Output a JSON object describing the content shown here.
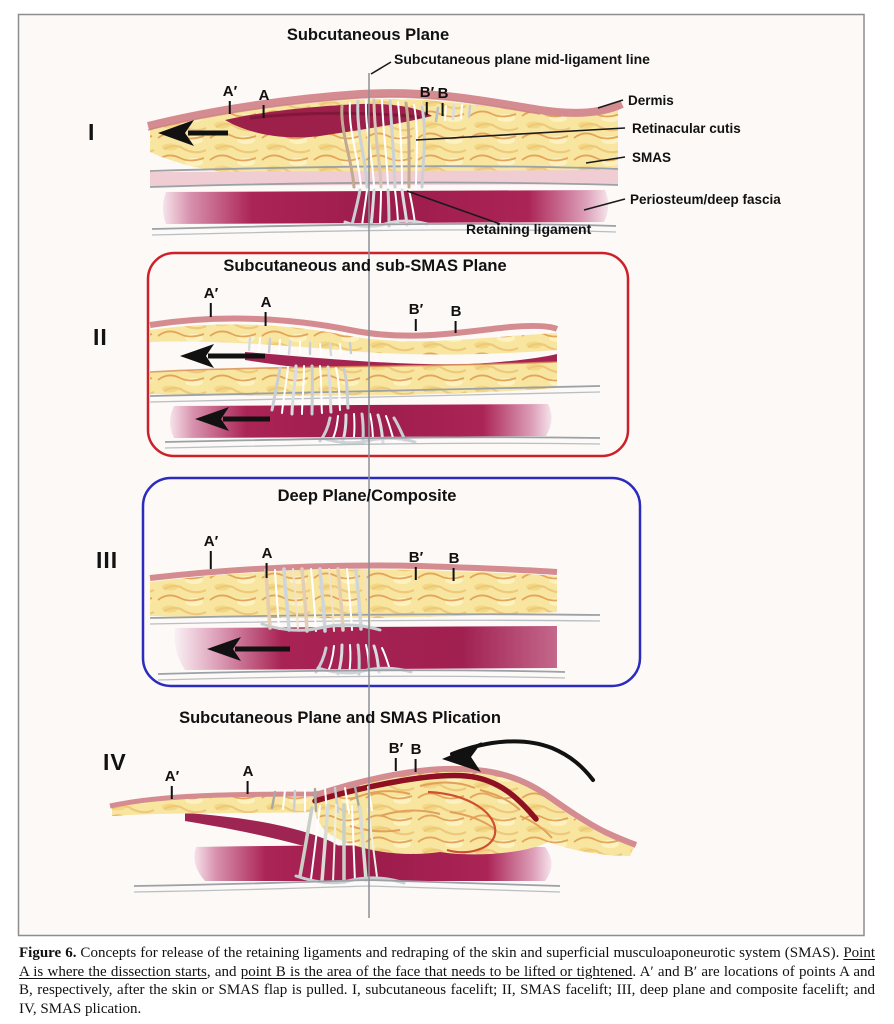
{
  "panels": [
    {
      "numeral": "I",
      "title": "Subcutaneous Plane",
      "labels": {
        "a_prime": "A′",
        "a": "A",
        "b_prime": "B′",
        "b": "B"
      }
    },
    {
      "numeral": "II",
      "title": "Subcutaneous and sub-SMAS Plane",
      "labels": {
        "a_prime": "A′",
        "a": "A",
        "b_prime": "B′",
        "b": "B"
      }
    },
    {
      "numeral": "III",
      "title": "Deep Plane/Composite",
      "labels": {
        "a_prime": "A′",
        "a": "A",
        "b_prime": "B′",
        "b": "B"
      }
    },
    {
      "numeral": "IV",
      "title": "Subcutaneous Plane and SMAS Plication",
      "labels": {
        "a_prime": "A′",
        "a": "A",
        "b_prime": "B′",
        "b": "B"
      }
    }
  ],
  "annotations": {
    "mid_ligament_line": "Subcutaneous plane mid-ligament line",
    "dermis": "Dermis",
    "retinacular_cutis": "Retinacular cutis",
    "smas": "SMAS",
    "periosteum_deep_fascia": "Periosteum/deep fascia",
    "retaining_ligament": "Retaining ligament"
  },
  "caption": {
    "label": "Figure 6.",
    "part1": " Concepts for release of the retaining ligaments and redraping of the skin and superficial musculoaponeurotic system (SMAS). ",
    "underline1": "Point A is where the dissection starts",
    "part2": ", and ",
    "underline2": "point B is the area of the face that needs to be lifted or tightened",
    "part3": ". A′ and B′ are locations of points A and B, respectively, after the skin or SMAS flap is pulled. I, subcutaneous facelift; II, SMAS facelift; III, deep plane and composite facelift; and IV, SMAS plication."
  },
  "colors": {
    "panel_ii_border": "#cc2129",
    "panel_iii_border": "#2b2bbd",
    "dermis_pink": "#d48c90",
    "fat_yellow": "#f8e6a0",
    "fat_marbling_orange": "#e4a55a",
    "deep_crimson": "#9c1c4a",
    "dissection_crimson": "#9c2049",
    "plication_dark_red": "#8e1022",
    "fascia_gray": "#9ba1a7",
    "ligament_white": "#e8eaec",
    "arrow_black": "#111111",
    "frame_gray": "#8e8e8e"
  }
}
